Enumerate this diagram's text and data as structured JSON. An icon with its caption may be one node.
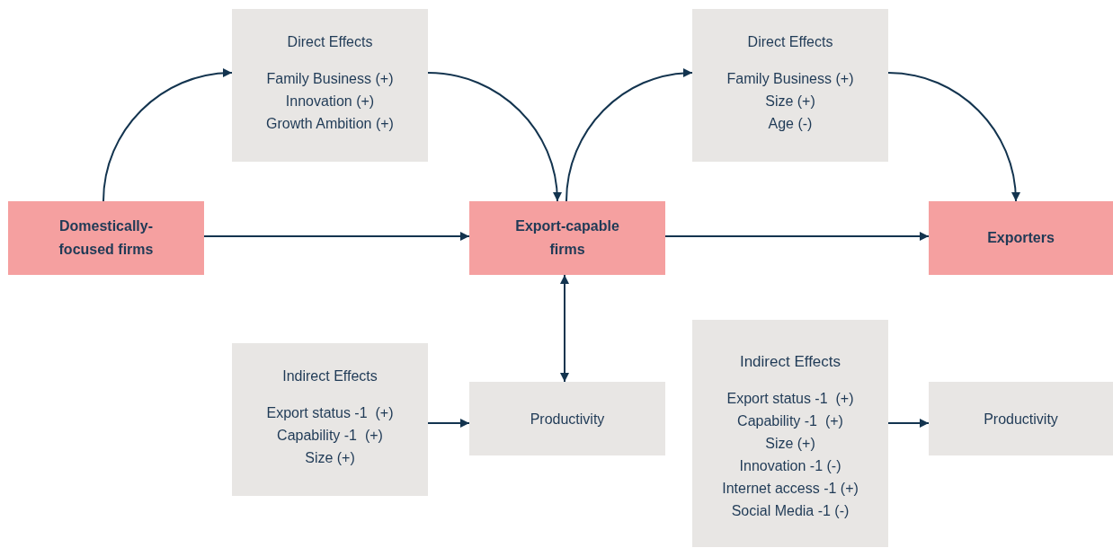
{
  "diagram": {
    "nodes": [
      {
        "text": [
          "Domestically-focused firms"
        ]
      },
      {
        "text": [
          "Direct Effects",
          "Family Business (+)",
          "Innovation (+)",
          "Growth Ambition (+)"
        ]
      },
      {
        "text": [
          "Export-capable firms"
        ]
      },
      {
        "text": [
          "Direct Effects",
          "Family Business (+)",
          "Size (+)",
          "Age (-)"
        ]
      },
      {
        "text": [
          "Exporters"
        ]
      },
      {
        "text": [
          "Indirect Effects",
          "Export status -1  (+)",
          "Capability -1  (+)",
          "Size (+)"
        ]
      },
      {
        "text": [
          "Productivity"
        ]
      },
      {
        "text": [
          "Indirect Effects",
          "Export status -1  (+)",
          "Capability -1  (+)",
          "Size (+)",
          "Innovation -1 (-)",
          "Internet access -1 (+)",
          "Social Media -1 (-)"
        ]
      },
      {
        "text": [
          "Productivity"
        ]
      }
    ],
    "edges": [
      {
        "from": 0,
        "to": 1,
        "arrow": "to"
      },
      {
        "from": 1,
        "to": 2,
        "arrow": "to"
      },
      {
        "from": 2,
        "to": 3,
        "arrow": "to"
      },
      {
        "from": 3,
        "to": 4,
        "arrow": "to"
      },
      {
        "from": 0,
        "to": 2,
        "arrow": "to"
      },
      {
        "from": 2,
        "to": 4,
        "arrow": "to"
      },
      {
        "from": 6,
        "to": 2,
        "arrow": "both"
      },
      {
        "from": 5,
        "to": 6,
        "arrow": "to"
      },
      {
        "from": 7,
        "to": 8,
        "arrow": "to"
      }
    ]
  }
}
